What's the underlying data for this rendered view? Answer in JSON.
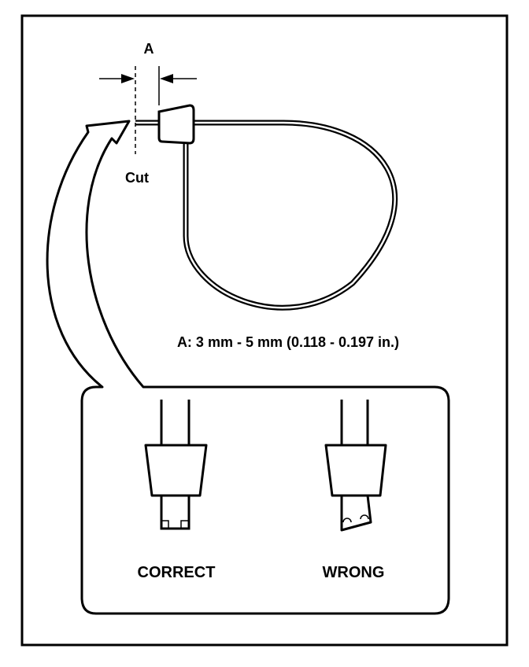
{
  "labels": {
    "dimension_letter": "A",
    "cut": "Cut",
    "spec": "A: 3 mm - 5 mm (0.118 - 0.197 in.)",
    "correct": "CORRECT",
    "wrong": "WRONG"
  },
  "colors": {
    "stroke": "#000000",
    "background": "#ffffff"
  }
}
